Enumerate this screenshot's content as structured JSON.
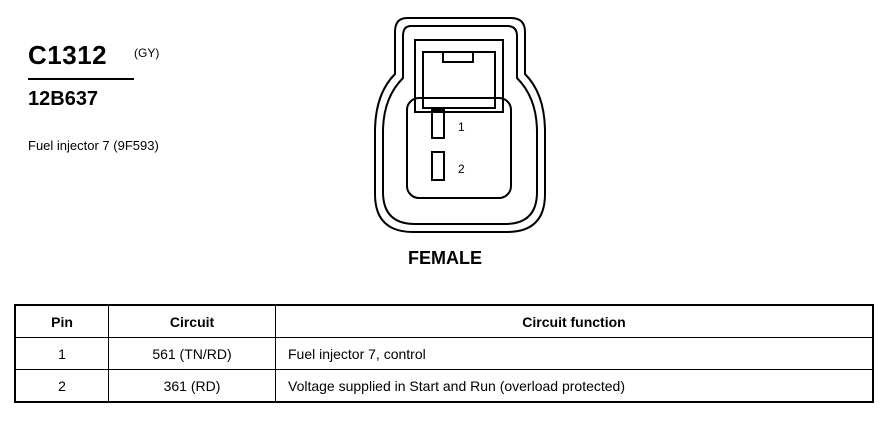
{
  "connector": {
    "id": "C1312",
    "color_code": "(GY)",
    "part_number": "12B637",
    "description": "Fuel injector 7 (9F593)"
  },
  "diagram": {
    "view_label": "FEMALE",
    "pin_labels": [
      "1",
      "2"
    ]
  },
  "table": {
    "headers": [
      "Pin",
      "Circuit",
      "Circuit function"
    ],
    "rows": [
      {
        "pin": "1",
        "circuit": "561 (TN/RD)",
        "function": "Fuel injector 7, control"
      },
      {
        "pin": "2",
        "circuit": "361 (RD)",
        "function": "Voltage supplied in Start and Run (overload protected)"
      }
    ]
  }
}
